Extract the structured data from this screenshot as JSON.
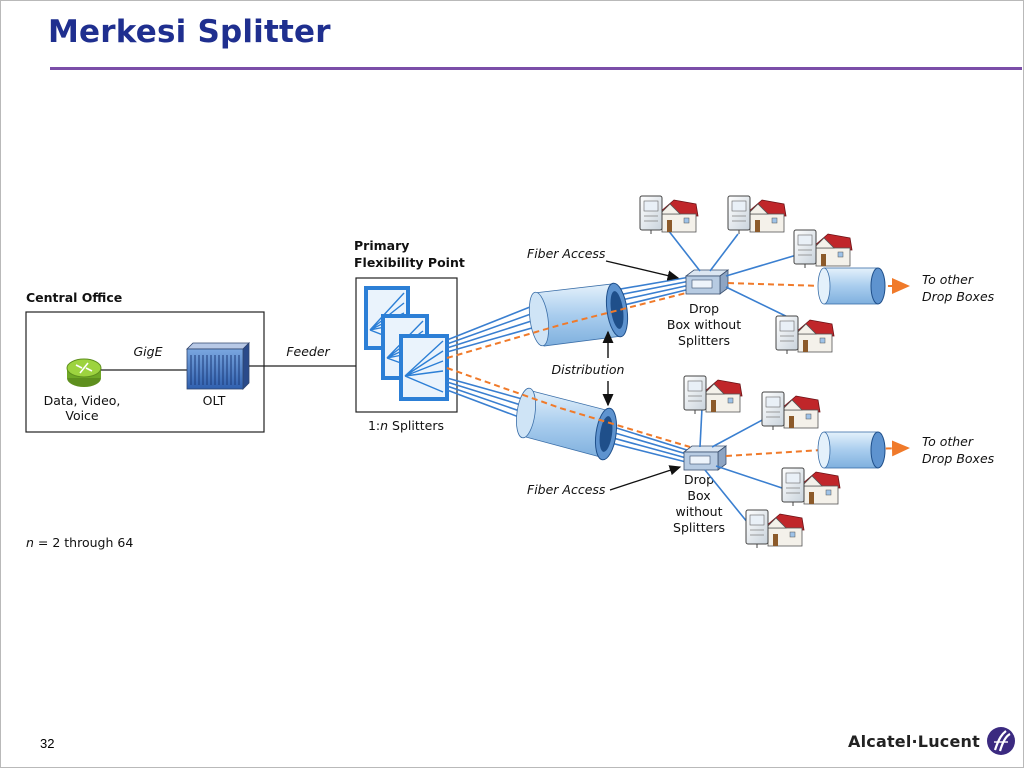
{
  "slide": {
    "title": "Merkesi Splitter",
    "page_number": "32",
    "logo_text": "Alcatel·Lucent"
  },
  "diagram": {
    "central_office_label": "Central Office",
    "source_label_line1": "Data, Video,",
    "source_label_line2": "Voice",
    "gige_label": "GigE",
    "olt_label": "OLT",
    "feeder_label": "Feeder",
    "primary_point_line1": "Primary",
    "primary_point_line2": "Flexibility Point",
    "splitters_prefix": "1:",
    "splitters_n": "n",
    "splitters_suffix": " Splitters",
    "fiber_access_top": "Fiber Access",
    "fiber_access_bottom": "Fiber Access",
    "distribution_label": "Distribution",
    "drop_top_line1": "Drop",
    "drop_top_line2": "Box without",
    "drop_top_line3": "Splitters",
    "drop_bottom_line1": "Drop",
    "drop_bottom_line2": "Box",
    "drop_bottom_line3": "without",
    "drop_bottom_line4": "Splitters",
    "to_other_top_line1": "To other",
    "to_other_top_line2": "Drop Boxes",
    "to_other_bottom_line1": "To other",
    "to_other_bottom_line2": "Drop Boxes",
    "n_note_var": "n",
    "n_note_rest": " = 2 through 64"
  },
  "colors": {
    "title": "#1f2f8f",
    "rule": "#7b4ea8",
    "fiber": "#3a7fd0",
    "dashed": "#f07a2a",
    "splitter": "#2c7fd6",
    "cable": "#bcd9f2"
  }
}
